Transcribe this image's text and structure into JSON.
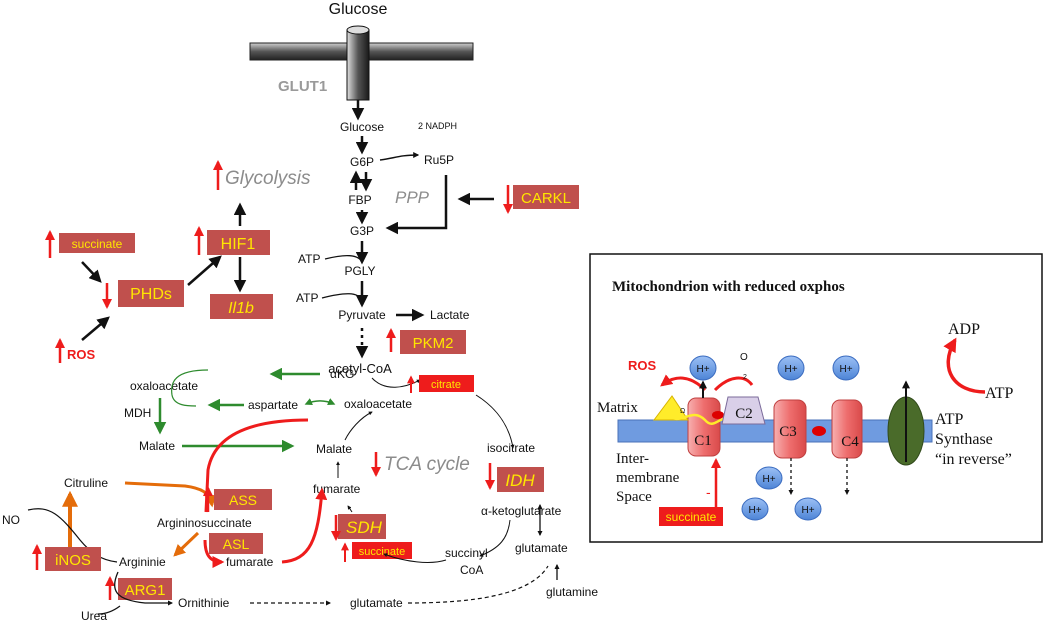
{
  "labels": {
    "glucose_top": "Glucose",
    "glut1": "GLUT1",
    "glucose": "Glucose",
    "nadph": "2 NADPH",
    "g6p": "G6P",
    "ru5p": "Ru5P",
    "glycolysis": "Glycolysis",
    "fbp": "FBP",
    "ppp": "PPP",
    "g3p": "G3P",
    "atp1": "ATP",
    "pgly": "PGLY",
    "atp2": "ATP",
    "pyruvate": "Pyruvate",
    "lactate": "Lactate",
    "acetylcoa": "acetyl-CoA",
    "akg": "αKG",
    "oxaloacetate_left": "oxaloacetate",
    "aspartate": "aspartate",
    "oxaloacetate_right": "oxaloacetate",
    "mdh": "MDH",
    "malate_left": "Malate",
    "malate_center": "Malate",
    "tca": "TCA cycle",
    "isocitrate": "isocitrate",
    "fumarate_center": "fumarate",
    "alpha_kg": "α-ketoglutarate",
    "citrulline": "Citruline",
    "no": "NO",
    "argininosuccinate": "Argininosuccinate",
    "arginine": "Argininie",
    "fumarate_low": "fumarate",
    "succinyl": "succinyl",
    "coa": "CoA",
    "glutamate_right": "glutamate",
    "glutamine": "glutamine",
    "urea": "Urea",
    "ornithine": "Ornithinie",
    "glutamate_bottom": "glutamate"
  },
  "boxes": {
    "carkl": "CARKL",
    "hif1": "HIF1",
    "il1b": "Il1b",
    "phds": "PHDs",
    "succinate_top": "succinate",
    "ros": "ROS",
    "pkm2": "PKM2",
    "citrate": "citrate",
    "idh": "IDH",
    "sdh": "SDH",
    "succinate_sdh": "succinate",
    "ass": "ASS",
    "asl": "ASL",
    "inos": "iNOS",
    "arg1": "ARG1"
  },
  "mito": {
    "title": "Mitochondrion with reduced oxphos",
    "adp": "ADP",
    "atp": "ATP",
    "ros": "ROS",
    "o2": "O",
    "o2_sub": "2",
    "matrix": "Matrix",
    "hplus": "H+",
    "c1": "C1",
    "c2": "C2",
    "c3": "C3",
    "c4": "C4",
    "atp_synthase": "ATP",
    "synthase": "Synthase",
    "in_reverse": "“in reverse”",
    "inter": "Inter-",
    "membrane": "membrane",
    "space": "Space",
    "minus": "-",
    "succinate": "succinate",
    "fad_label": "Ω"
  },
  "colors": {
    "red": "#ee1c1c",
    "box_fill": "#c0504d",
    "box_text": "#ffe600",
    "green": "#2e8b2e",
    "orange": "#e46c0a",
    "membrane": "#6f9be0",
    "complex": "#f08a8a",
    "hplus": "#6fa0e8",
    "synthase": "#4a6b2a",
    "grey_text": "#888888"
  }
}
